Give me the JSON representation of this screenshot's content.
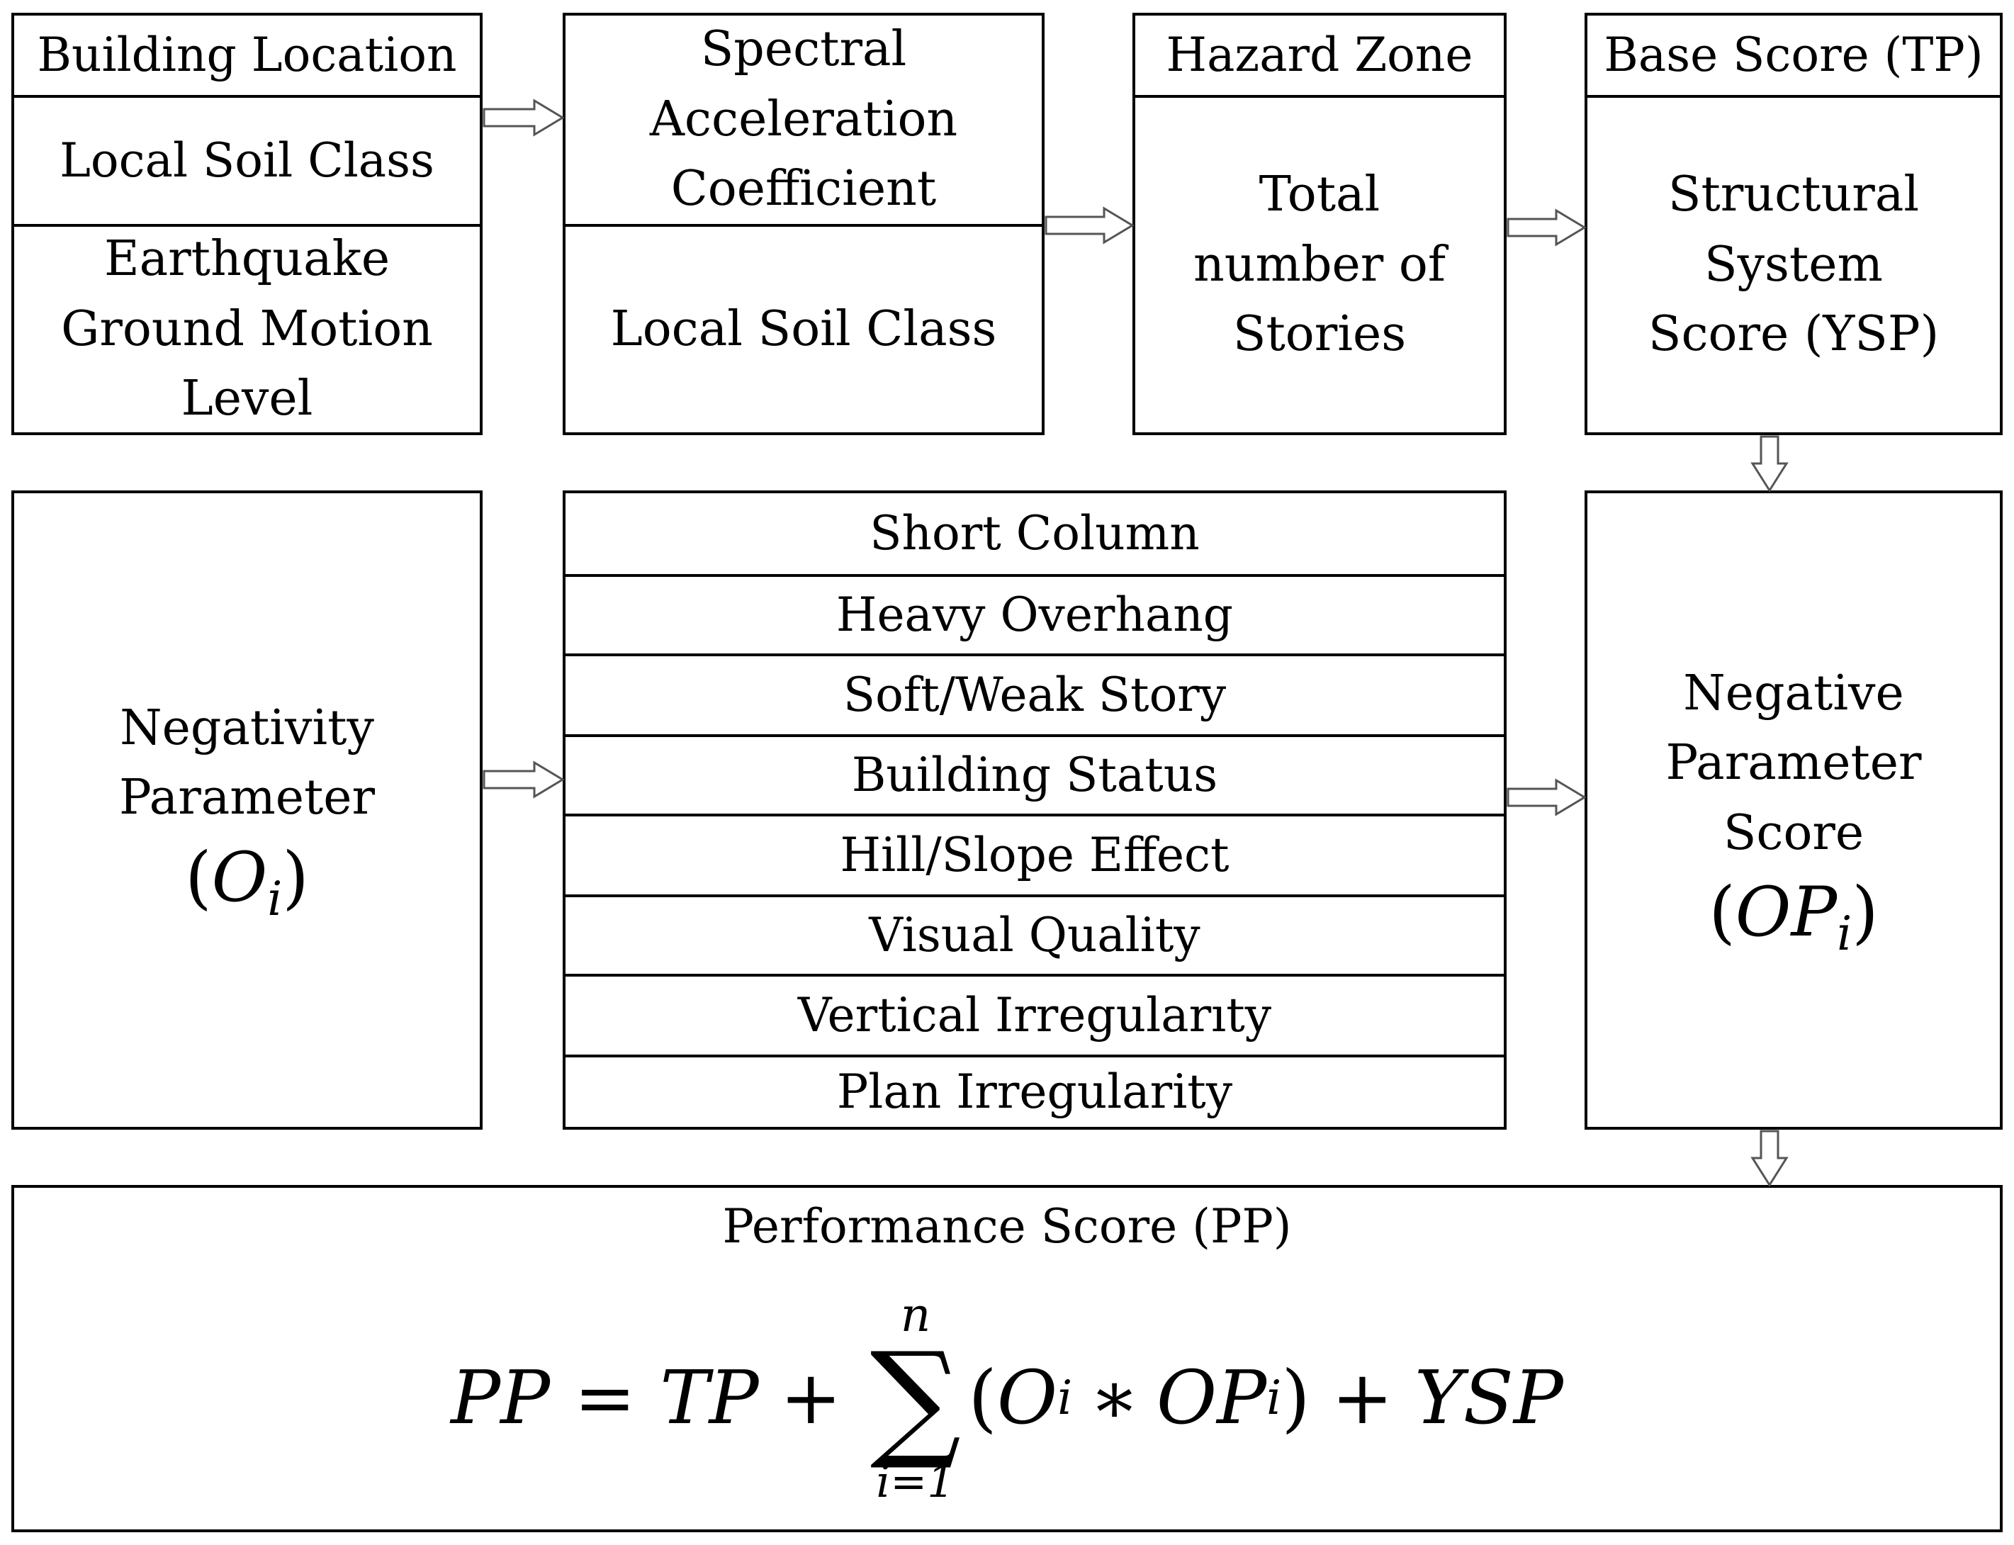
{
  "row1": {
    "building_location": {
      "title": "Building Location",
      "soil": "Local Soil Class",
      "ground_motion": "Earthquake Ground Motion Level"
    },
    "spectral": {
      "title": "Spectral Acceleration Coefficient",
      "soil": "Local Soil Class"
    },
    "hazard": {
      "title": "Hazard Zone",
      "stories": "Total number of Stories"
    },
    "base_score": {
      "title": "Base Score (TP)",
      "structural": "Structural System Score (YSP)"
    }
  },
  "row2": {
    "negativity": {
      "label": "Negativity Parameter",
      "symbol": "O",
      "subscript": "i"
    },
    "parameters": [
      "Short Column",
      "Heavy Overhang",
      "Soft/Weak Story",
      "Building Status",
      "Hill/Slope Effect",
      "Visual Quality",
      "Vertical Irregularıty",
      "Plan Irregularity"
    ],
    "negative_score": {
      "label": "Negative Parameter Score",
      "symbol": "OP",
      "subscript": "i"
    }
  },
  "performance": {
    "title": "Performance Score (PP)",
    "formula": {
      "lhs": "PP",
      "eq": "=",
      "tp": "TP",
      "plus1": "+",
      "sum": "∑",
      "upper": "n",
      "lower": "i=1",
      "o": "O",
      "sub_i": "i",
      "times": "∗",
      "op": "OP",
      "plus2": "+",
      "ysp": "YSP"
    }
  }
}
